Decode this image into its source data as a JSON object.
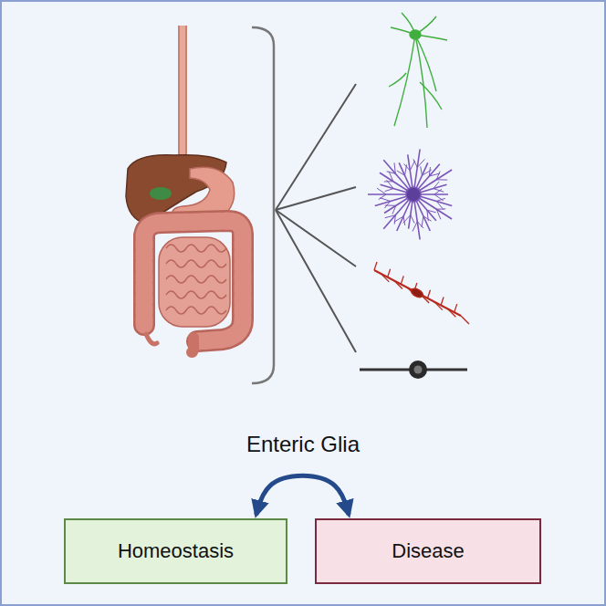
{
  "diagram": {
    "nodes": [
      {
        "text": [
          "Homeostasis"
        ]
      },
      {
        "text": [
          "Disease"
        ]
      }
    ],
    "edges": [
      {
        "from": 0,
        "to": 1,
        "arrow": "both"
      }
    ],
    "labels": [
      "Enteric Glia"
    ]
  }
}
